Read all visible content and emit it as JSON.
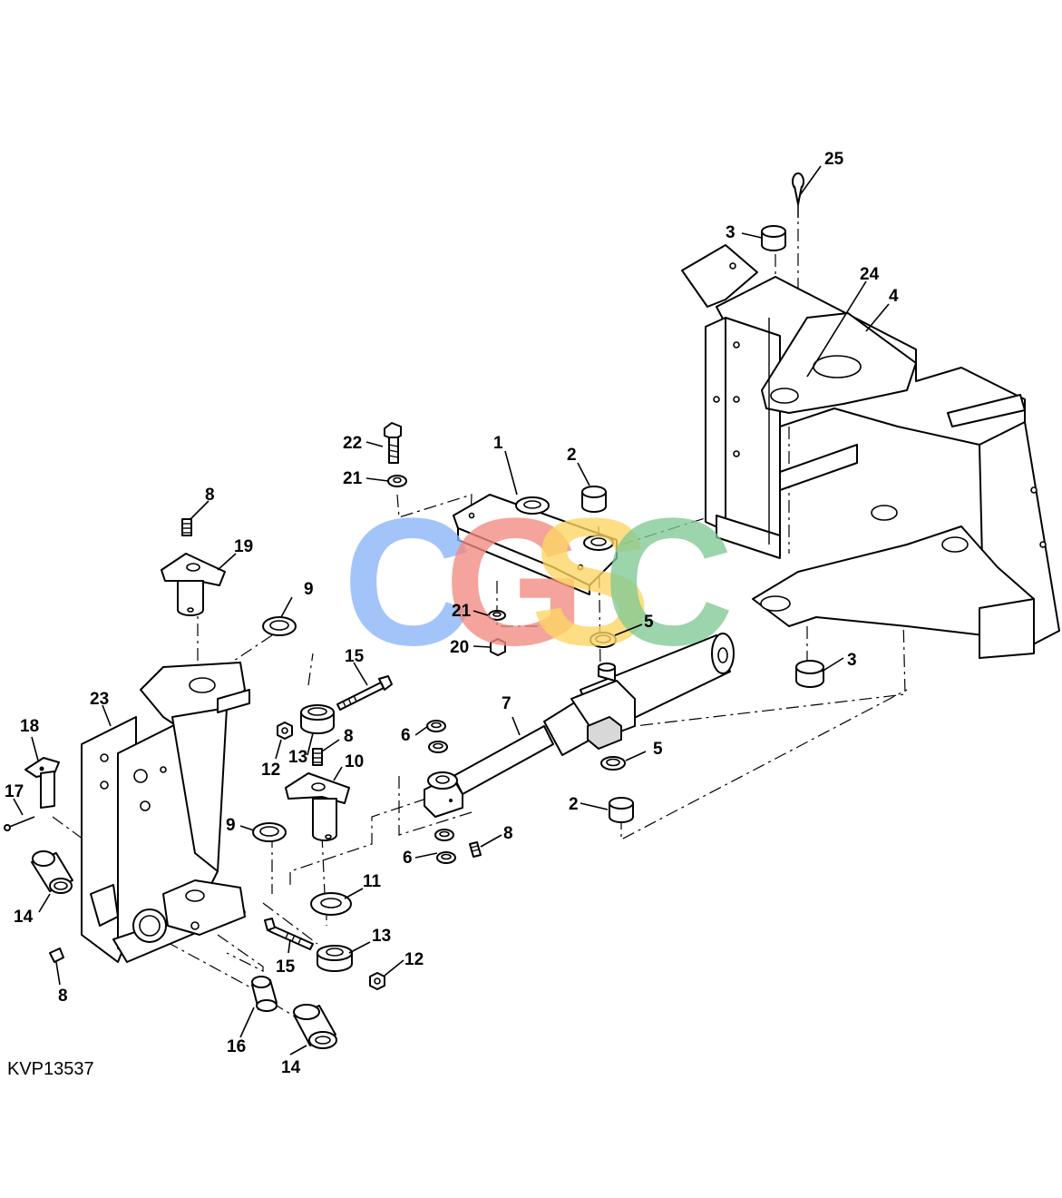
{
  "figure_id": "KVP13537",
  "watermark": {
    "letters": [
      {
        "char": "C",
        "color": "#8ab4f8"
      },
      {
        "char": "G",
        "color": "#f28b82"
      },
      {
        "char": "S",
        "color": "#fdd663"
      },
      {
        "char": "C",
        "color": "#81c995"
      }
    ]
  },
  "callouts": {
    "c1": "1",
    "c2a": "2",
    "c2b": "2",
    "c3a": "3",
    "c3b": "3",
    "c4": "4",
    "c5a": "5",
    "c5b": "5",
    "c6a": "6",
    "c6b": "6",
    "c7": "7",
    "c8a": "8",
    "c8b": "8",
    "c8c": "8",
    "c8d": "8",
    "c9a": "9",
    "c9b": "9",
    "c10": "10",
    "c11": "11",
    "c12a": "12",
    "c12b": "12",
    "c13a": "13",
    "c13b": "13",
    "c14a": "14",
    "c14b": "14",
    "c15a": "15",
    "c15b": "15",
    "c16": "16",
    "c17": "17",
    "c18": "18",
    "c19": "19",
    "c20": "20",
    "c21a": "21",
    "c21b": "21",
    "c22": "22",
    "c23": "23",
    "c24": "24",
    "c25": "25"
  }
}
